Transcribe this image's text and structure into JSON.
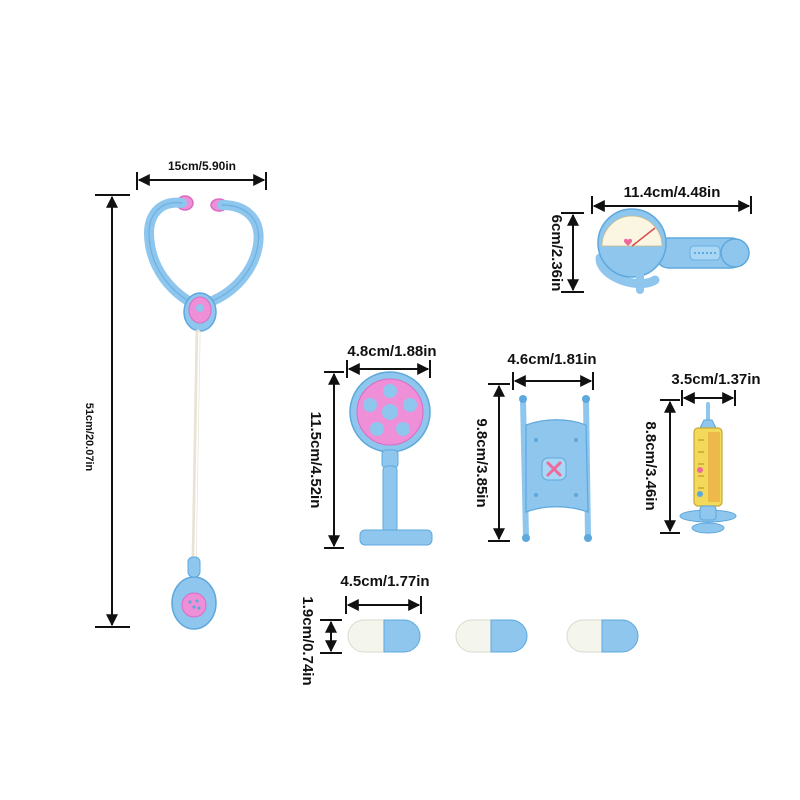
{
  "dimensions": {
    "stethoscope_width": "15cm/5.90in",
    "stethoscope_length": "51cm/20.07in",
    "gauge_width": "11.4cm/4.48in",
    "gauge_height": "6cm/2.36in",
    "otoscope_width": "4.8cm/1.88in",
    "otoscope_height": "11.5cm/4.52in",
    "splint_width": "4.6cm/1.81in",
    "splint_height": "9.8cm/3.85in",
    "syringe_width": "3.5cm/1.37in",
    "syringe_height": "8.8cm/3.46in",
    "pill_length": "4.5cm/1.77in",
    "pill_diameter": "1.9cm/0.74in"
  },
  "colors": {
    "toy_blue": "#8ec6ee",
    "toy_blue_dark": "#5ea8dc",
    "toy_pink": "#ef8fd8",
    "pill_white": "#f4f6ee",
    "syringe_yellow": "#f2d95a",
    "syringe_liquid": "#e8923a",
    "line": "#111111"
  }
}
